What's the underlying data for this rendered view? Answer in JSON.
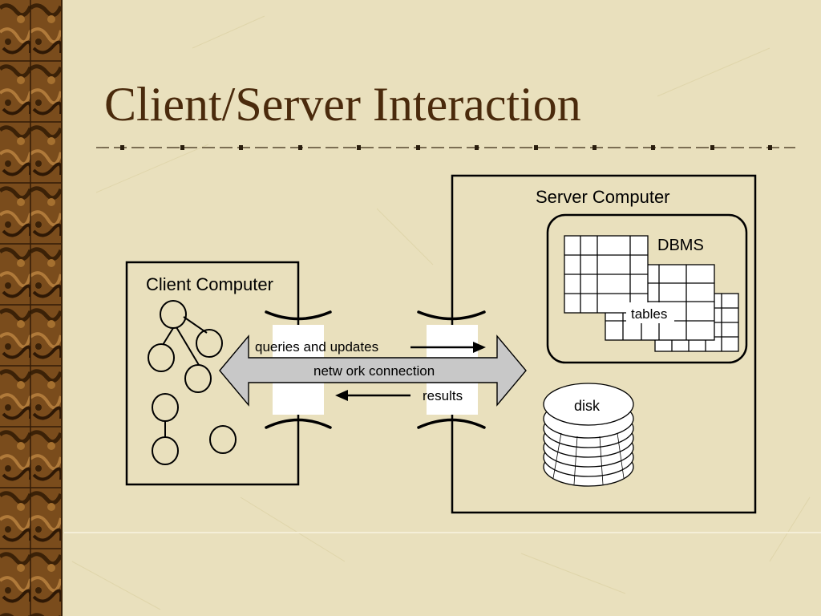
{
  "slide": {
    "title": "Client/Server Interaction"
  },
  "diagram": {
    "client": {
      "label": "Client Computer"
    },
    "server": {
      "label": "Server Computer"
    },
    "dbms": {
      "label": "DBMS",
      "tables_label": "tables"
    },
    "disk": {
      "label": "disk"
    },
    "network": {
      "label": "netw ork connection",
      "queries_label": "queries and updates",
      "results_label": "results"
    }
  },
  "colors": {
    "background": "#e9e0bd",
    "title": "#4a2a0c",
    "arrow_fill": "#c8c8c8",
    "border_strip": "#5a3812"
  }
}
